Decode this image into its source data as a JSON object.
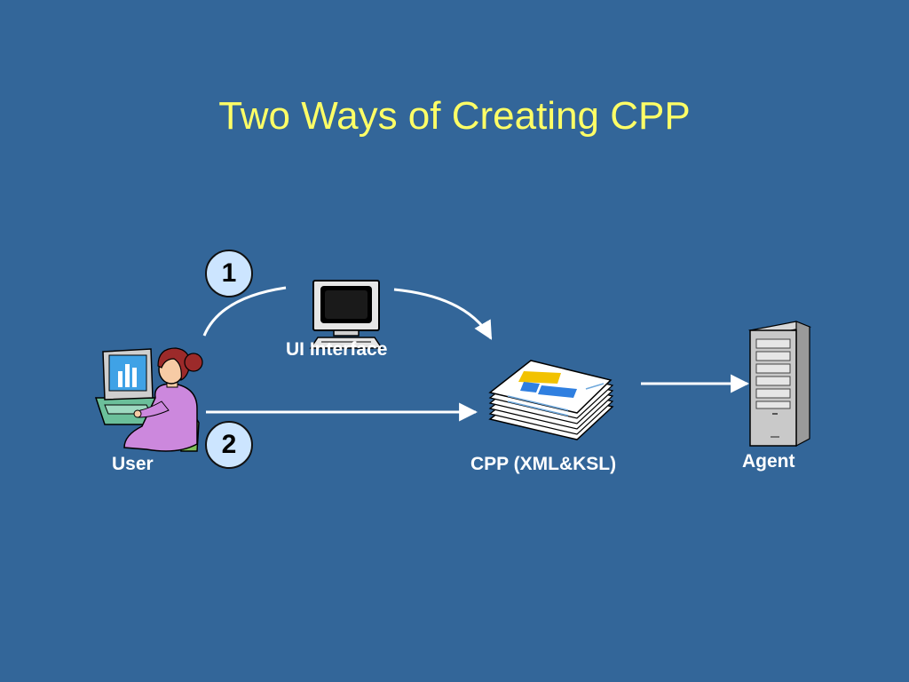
{
  "slide": {
    "title": "Two Ways of Creating CPP",
    "background": "#336699",
    "title_color": "#FFFF66"
  },
  "nodes": {
    "user": {
      "label": "User",
      "icon": "user-at-computer-icon"
    },
    "ui": {
      "label": "UI Interface",
      "icon": "crt-monitor-icon"
    },
    "cpp": {
      "label": "CPP (XML&KSL)",
      "icon": "document-stack-icon"
    },
    "agent": {
      "label": "Agent",
      "icon": "server-tower-icon"
    }
  },
  "steps": [
    {
      "number": "1"
    },
    {
      "number": "2"
    }
  ]
}
